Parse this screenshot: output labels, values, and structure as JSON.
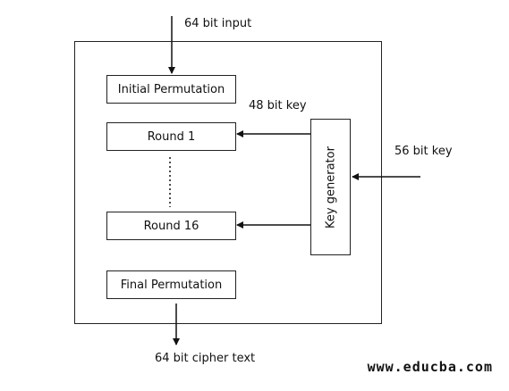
{
  "input_label": "64 bit input",
  "output_label": "64 bit cipher text",
  "boxes": {
    "initial_permutation": "Initial Permutation",
    "round_first": "Round 1",
    "round_last": "Round 16",
    "final_permutation": "Final Permutation",
    "key_generator": "Key generator"
  },
  "key_48_label": "48 bit key",
  "key_56_label": "56 bit key",
  "watermark": "www.educba.com"
}
